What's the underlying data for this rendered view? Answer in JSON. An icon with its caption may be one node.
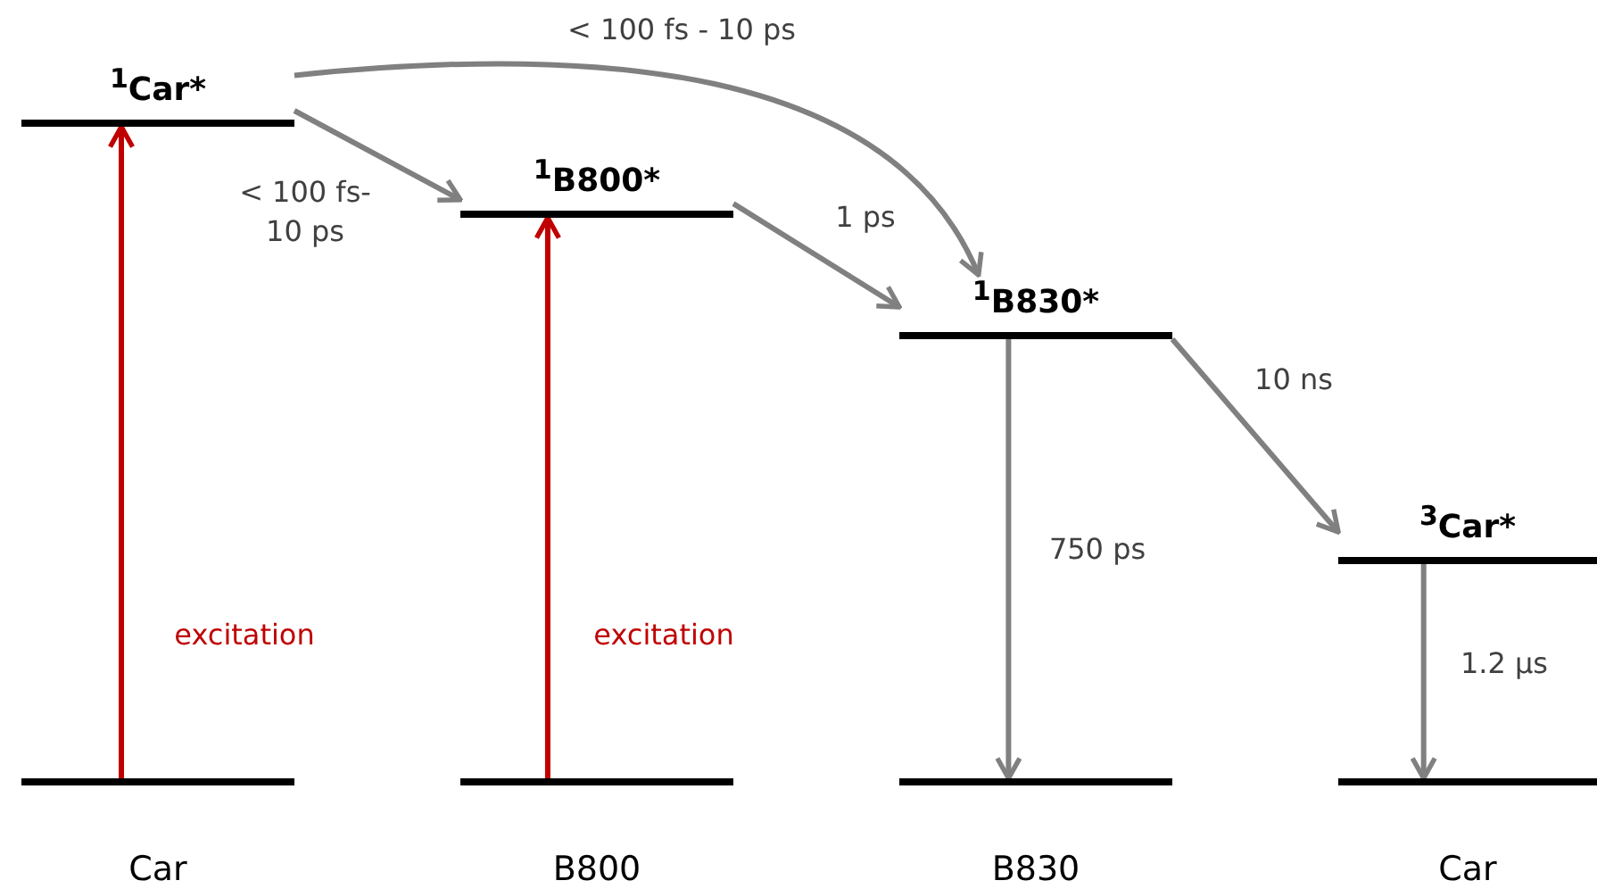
{
  "diagram": {
    "nodes": [
      {
        "text": [
          "$^{1}$Car*"
        ]
      },
      {
        "text": [
          "$^{1}$B800*"
        ]
      },
      {
        "text": [
          "$^{1}$B830*"
        ]
      },
      {
        "text": [
          "$^{3}$Car*"
        ]
      },
      {
        "text": [
          "Car"
        ]
      },
      {
        "text": [
          "B800"
        ]
      },
      {
        "text": [
          "B830"
        ]
      },
      {
        "text": [
          "Car"
        ]
      }
    ],
    "edges": [
      {
        "from": 4,
        "to": 0,
        "arrow": "to",
        "label": "excitation",
        "color": "#c00000"
      },
      {
        "from": 5,
        "to": 1,
        "arrow": "to",
        "label": "excitation",
        "color": "#c00000"
      },
      {
        "from": 0,
        "to": 1,
        "arrow": "to",
        "label": "< 100 fs- 10 ps"
      },
      {
        "from": 0,
        "to": 2,
        "arrow": "to",
        "label": "< 100 fs - 10 ps"
      },
      {
        "from": 1,
        "to": 2,
        "arrow": "to",
        "label": "1 ps"
      },
      {
        "from": 2,
        "to": 3,
        "arrow": "to",
        "label": "10 ns"
      },
      {
        "from": 2,
        "to": 6,
        "arrow": "to",
        "label": "750 ps"
      },
      {
        "from": 3,
        "to": 7,
        "arrow": "to",
        "label": "1.2 µs"
      }
    ]
  }
}
